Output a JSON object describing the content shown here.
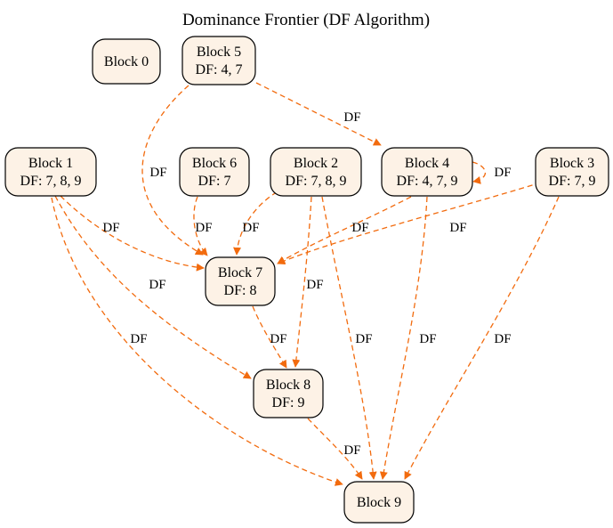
{
  "title": "Dominance Frontier (DF Algorithm)",
  "colors": {
    "edge": "#f26b0e",
    "node_fill": "#fdf2e6",
    "node_stroke": "#000000"
  },
  "nodes": [
    {
      "id": "b0",
      "lines": [
        "Block 0"
      ]
    },
    {
      "id": "b5",
      "lines": [
        "Block 5",
        "DF: 4, 7"
      ]
    },
    {
      "id": "b1",
      "lines": [
        "Block 1",
        "DF: 7, 8, 9"
      ]
    },
    {
      "id": "b6",
      "lines": [
        "Block 6",
        "DF: 7"
      ]
    },
    {
      "id": "b2",
      "lines": [
        "Block 2",
        "DF: 7, 8, 9"
      ]
    },
    {
      "id": "b4",
      "lines": [
        "Block 4",
        "DF: 4, 7, 9"
      ]
    },
    {
      "id": "b3",
      "lines": [
        "Block 3",
        "DF: 7, 9"
      ]
    },
    {
      "id": "b7",
      "lines": [
        "Block 7",
        "DF: 8"
      ]
    },
    {
      "id": "b8",
      "lines": [
        "Block 8",
        "DF: 9"
      ]
    },
    {
      "id": "b9",
      "lines": [
        "Block 9"
      ]
    }
  ],
  "edges": [
    {
      "from": "b5",
      "to": "b4",
      "label": "DF"
    },
    {
      "from": "b5",
      "to": "b7",
      "label": "DF"
    },
    {
      "from": "b4",
      "to": "b4",
      "label": "DF"
    },
    {
      "from": "b1",
      "to": "b7",
      "label": "DF"
    },
    {
      "from": "b1",
      "to": "b8",
      "label": "DF"
    },
    {
      "from": "b1",
      "to": "b9",
      "label": "DF"
    },
    {
      "from": "b6",
      "to": "b7",
      "label": "DF"
    },
    {
      "from": "b2",
      "to": "b7",
      "label": "DF"
    },
    {
      "from": "b2",
      "to": "b8",
      "label": "DF"
    },
    {
      "from": "b2",
      "to": "b9",
      "label": "DF"
    },
    {
      "from": "b4",
      "to": "b7",
      "label": "DF"
    },
    {
      "from": "b4",
      "to": "b9",
      "label": "DF"
    },
    {
      "from": "b3",
      "to": "b7",
      "label": "DF"
    },
    {
      "from": "b3",
      "to": "b9",
      "label": "DF"
    },
    {
      "from": "b7",
      "to": "b8",
      "label": "DF"
    },
    {
      "from": "b8",
      "to": "b9",
      "label": "DF"
    }
  ]
}
